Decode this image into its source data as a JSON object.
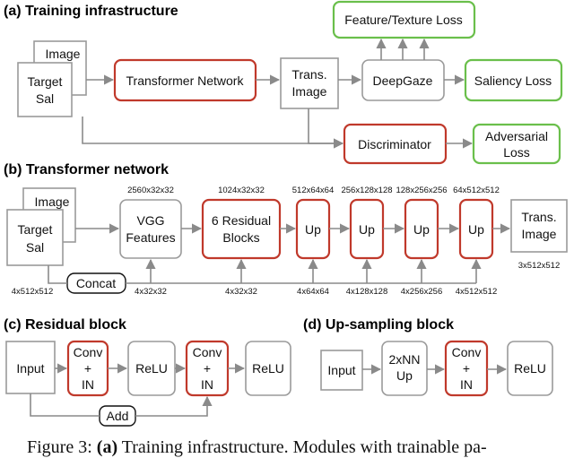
{
  "colors": {
    "trainable": "#c0392b",
    "loss": "#6abf4b",
    "fixed": "#9a9a9a",
    "wire": "#8a8a8a"
  },
  "section_a": {
    "title": "(a) Training infrastructure",
    "image": "Image",
    "target_sal": [
      "Target",
      "Sal"
    ],
    "transformer": "Transformer Network",
    "trans_image": [
      "Trans.",
      "Image"
    ],
    "deepgaze": "DeepGaze",
    "feature_loss": "Feature/Texture Loss",
    "saliency_loss": "Saliency Loss",
    "discriminator": "Discriminator",
    "adversarial_loss": [
      "Adversarial",
      "Loss"
    ]
  },
  "section_b": {
    "title": "(b) Transformer network",
    "image": "Image",
    "target_sal": [
      "Target",
      "Sal"
    ],
    "vgg": [
      "VGG",
      "Features"
    ],
    "residual": [
      "6 Residual",
      "Blocks"
    ],
    "up": "Up",
    "trans_image": [
      "Trans.",
      "Image"
    ],
    "concat": "Concat",
    "top_dims": [
      "2560x32x32",
      "1024x32x32",
      "512x64x64",
      "256x128x128",
      "128x256x256",
      "64x512x512"
    ],
    "bottom_dims": [
      "4x512x512",
      "4x32x32",
      "4x32x32",
      "4x64x64",
      "4x128x128",
      "4x256x256",
      "4x512x512"
    ],
    "output_dim": "3x512x512"
  },
  "section_c": {
    "title": "(c) Residual block",
    "input": "Input",
    "conv_in": [
      "Conv",
      "+",
      "IN"
    ],
    "relu": "ReLU",
    "add": "Add"
  },
  "section_d": {
    "title": "(d) Up-sampling block",
    "input": "Input",
    "upsample": [
      "2xNN",
      "Up"
    ],
    "conv_in": [
      "Conv",
      "+",
      "IN"
    ],
    "relu": "ReLU"
  },
  "caption": {
    "prefix": "Figure 3: ",
    "bold": "(a)",
    "rest": " Training infrastructure.  Modules with trainable pa-"
  }
}
